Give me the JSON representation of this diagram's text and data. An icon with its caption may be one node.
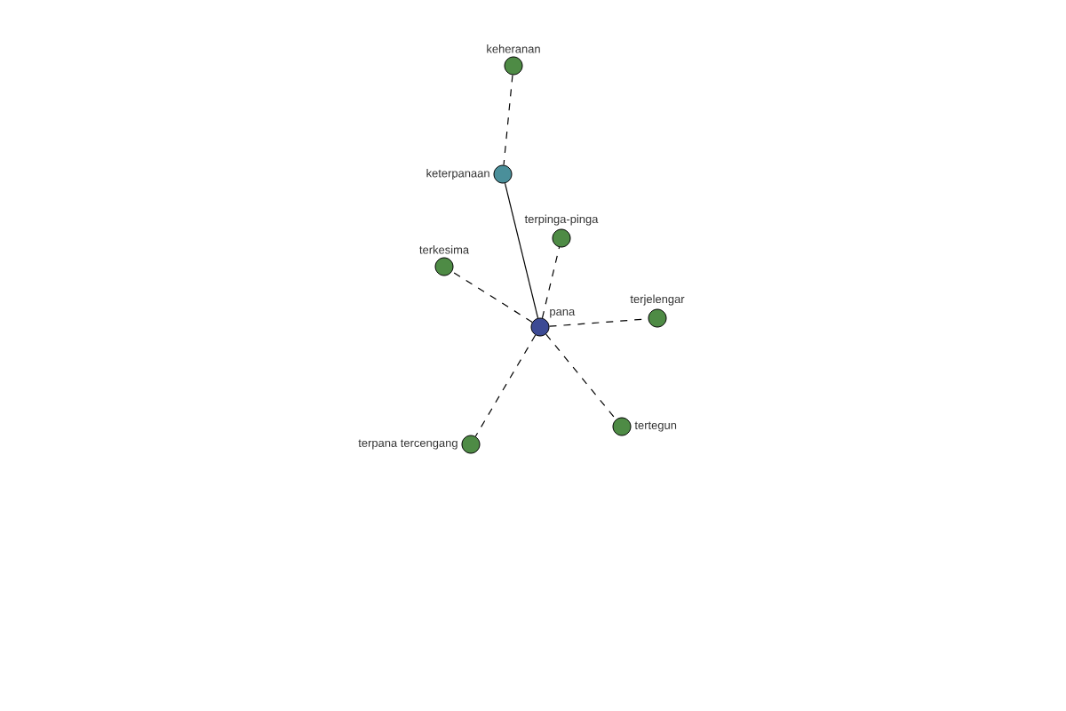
{
  "diagram": {
    "nodes": [
      {
        "text": [
          "keheranan"
        ]
      },
      {
        "text": [
          "keterpanaan"
        ]
      },
      {
        "text": [
          "terpinga-pinga"
        ]
      },
      {
        "text": [
          "terkesima"
        ]
      },
      {
        "text": [
          "pana"
        ]
      },
      {
        "text": [
          "terjelengar"
        ]
      },
      {
        "text": [
          "terpana tercengang"
        ]
      },
      {
        "text": [
          "tertegun"
        ]
      }
    ],
    "edges": [
      {
        "from": 0,
        "to": 1,
        "arrow": "none",
        "style": "dashed"
      },
      {
        "from": 1,
        "to": 4,
        "arrow": "none"
      },
      {
        "from": 4,
        "to": 2,
        "arrow": "none",
        "style": "dashed"
      },
      {
        "from": 4,
        "to": 3,
        "arrow": "none",
        "style": "dashed"
      },
      {
        "from": 4,
        "to": 5,
        "arrow": "none",
        "style": "dashed"
      },
      {
        "from": 4,
        "to": 6,
        "arrow": "none",
        "style": "dashed"
      },
      {
        "from": 4,
        "to": 7,
        "arrow": "none",
        "style": "dashed"
      }
    ]
  }
}
